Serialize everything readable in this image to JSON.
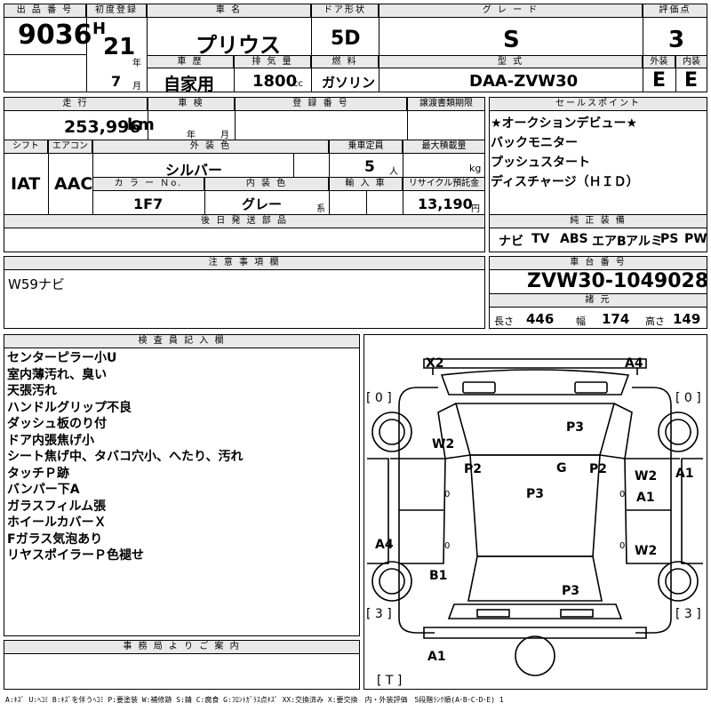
{
  "labels": {
    "lot_no": "出 品 番 号",
    "first_reg": "初度登録",
    "car_name": "車 名",
    "door": "ドア形状",
    "grade": "グ レ ー ド",
    "score": "評価点",
    "history": "車 歴",
    "displacement": "排 気 量",
    "fuel": "燃 料",
    "model_code": "型 式",
    "exterior": "外装",
    "interior": "内装",
    "mileage": "走 行",
    "inspection": "車 検",
    "reg_no": "登 録 番 号",
    "transfer": "譲渡書類期限",
    "sales_points": "セールスポイント",
    "shift": "シフト",
    "aircon": "エアコン",
    "ext_color": "外 装 色",
    "capacity": "乗車定員",
    "max_load": "最大積載量",
    "color_no": "カ ラ ー Ｎo.",
    "int_color": "内 装 色",
    "import": "輸 入 車",
    "recycle": "リサイクル預託金",
    "later_parts": "後 日 発 送 部 品",
    "genuine": "純 正 装 備",
    "notes": "注 意 事 項 欄",
    "chassis": "車 台 番 号",
    "dims": "諸 元",
    "inspector": "検 査 員 記 入 欄",
    "office": "事 務 局 よ り ご 案 内",
    "unit_year": "年",
    "unit_month": "月",
    "unit_cc": "cc",
    "unit_km": "km",
    "unit_persons": "人",
    "unit_kg": "kg",
    "unit_yen": "円",
    "unit_kei": "系",
    "len_label": "長さ",
    "wid_label": "幅",
    "hgt_label": "高さ"
  },
  "values": {
    "lot_no": "9036",
    "era": "H",
    "year": "21",
    "month": "7",
    "car_name": "プリウス",
    "door": "5D",
    "grade": "S",
    "score": "3",
    "history": "自家用",
    "displacement": "1800",
    "fuel": "ガソリン",
    "model_code": "DAA-ZVW30",
    "exterior": "E",
    "interior": "E",
    "mileage": "253,996",
    "shift": "IAT",
    "aircon": "AAC",
    "ext_color": "シルバー",
    "capacity": "5",
    "color_no": "1F7",
    "int_color": "グレー",
    "recycle": "13,190",
    "notes": "W59ナビ",
    "chassis": "ZVW30-1049028",
    "length": "446",
    "width": "174",
    "height": "149"
  },
  "sales_points": [
    "★オークションデビュー★",
    "バックモニター",
    "プッシュスタート",
    "ディスチャージ（ＨＩＤ）"
  ],
  "genuine": [
    "ナビ",
    "TV",
    "ABS",
    "エアB",
    "アルミ",
    "PS",
    "PW"
  ],
  "inspector_notes": [
    "センターピラー小U",
    "室内薄汚れ、臭い",
    "天張汚れ",
    "ハンドルグリップ不良",
    "ダッシュ板のり付",
    "ドア内張焦げ小",
    "シート焦げ中、タバコ穴小、へたり、汚れ",
    "タッチＰ跡",
    "バンパー下A",
    "ガラスフィルム張",
    "ホイールカバーＸ",
    "Fガラス気泡あり",
    "リヤスポイラーＰ色褪せ"
  ],
  "diagram": {
    "marks": [
      "X2",
      "A4",
      "W2",
      "P3",
      "P2",
      "G",
      "P2",
      "W2",
      "A1",
      "A1",
      "P3",
      "A4",
      "B1",
      "W2",
      "P3",
      "A1"
    ],
    "tires": [
      "[ 0 ]",
      "[ 0 ]",
      "[ 3 ]",
      "[ 3 ]",
      "[ T ]"
    ],
    "zeros": [
      "0",
      "0",
      "0",
      "0"
    ]
  },
  "legend": "A:ｷｽﾞ U:ﾍｺﾐ B:ｷｽﾞを伴うﾍｺﾐ P:要塗装 W:補修跡 S:錆 C:腐食 G:ﾌﾛﾝﾄｶﾞﾗｽ点ｷｽﾞ XX:交換済み X:要交換　内・外装評価　5段階ﾗﾝｸ順(A･B･C･D･E) 1"
}
